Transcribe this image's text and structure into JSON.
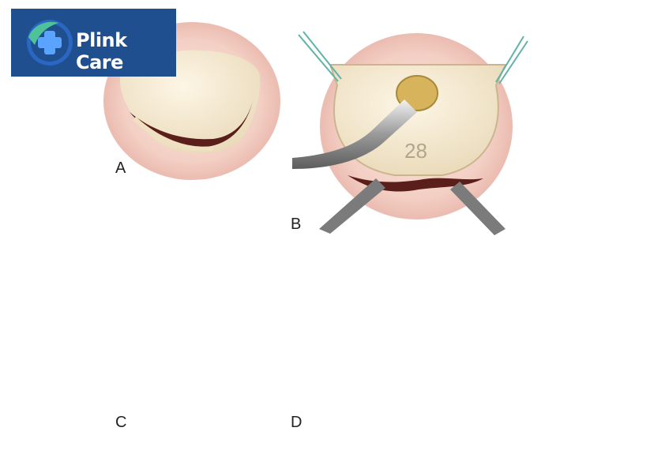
{
  "brand": {
    "name": "Plink Care",
    "color": "#1f4f8f"
  },
  "panels": [
    {
      "label": "A"
    },
    {
      "label": "B",
      "sizer_number": "28"
    },
    {
      "label": "C"
    },
    {
      "label": "D"
    }
  ]
}
